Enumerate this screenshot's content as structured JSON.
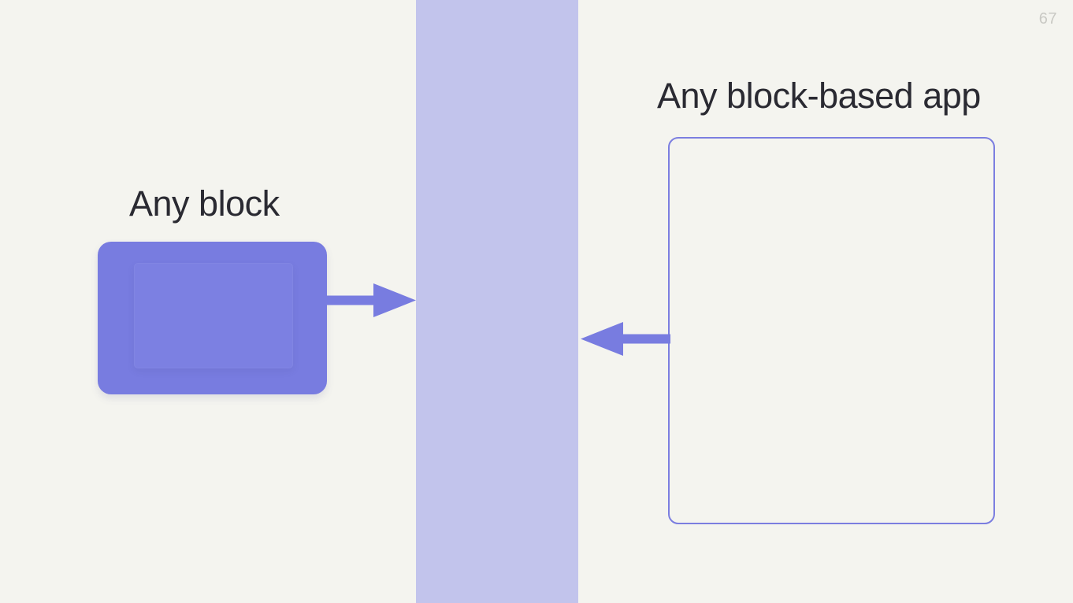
{
  "slide": {
    "page_number": "67",
    "background_color": "#f4f4ef",
    "accent_color": "#787ce0",
    "band_color": "#c2c4ec",
    "text_color": "#2a2a32",
    "page_number_color": "#c9c9c4"
  },
  "left": {
    "heading": "Any block",
    "shape_name": "solid-purple-block"
  },
  "right": {
    "heading": "Any block-based app",
    "shape_name": "outlined-app-container"
  },
  "band": {
    "label": ""
  },
  "arrows": [
    {
      "name": "arrow-block-to-band",
      "direction": "right"
    },
    {
      "name": "arrow-app-to-band",
      "direction": "left"
    }
  ]
}
